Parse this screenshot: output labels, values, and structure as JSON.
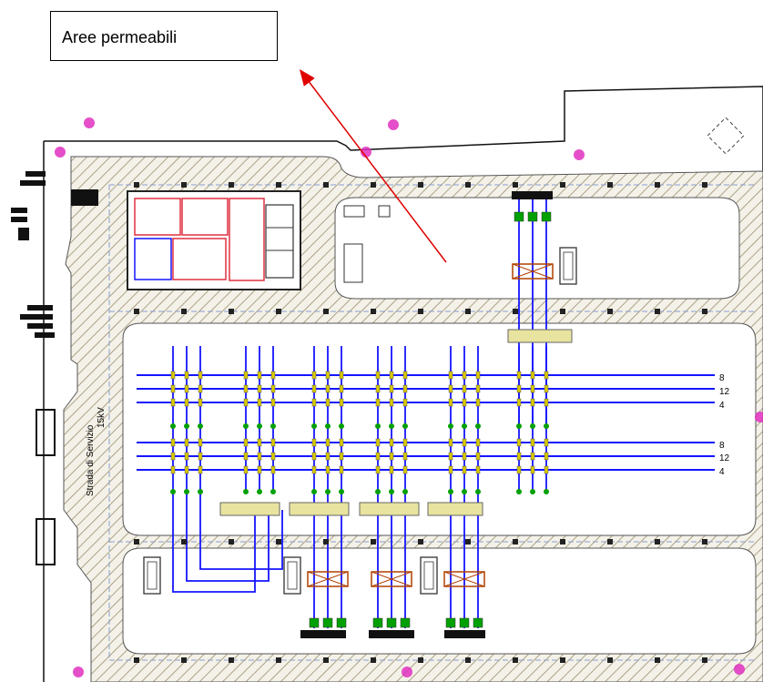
{
  "callout": {
    "text": "Aree permeabili"
  },
  "labels": {
    "cabin_v": "15kV",
    "road_v": "Strada  di  Servizio",
    "row_a": [
      "8",
      "12",
      "4"
    ],
    "row_b": [
      "8",
      "12",
      "4"
    ]
  },
  "colors": {
    "cable": "#1515ff",
    "arrow": "#e00000",
    "hatch": "#9a8f70",
    "magenta": "#e030c0",
    "yellow": "#d8c800",
    "green": "#00a000",
    "dash": "#8aa0d0"
  },
  "icons": [
    "grove-marker-icon",
    "arrow-icon",
    "transformer-icon",
    "tree-icon"
  ]
}
